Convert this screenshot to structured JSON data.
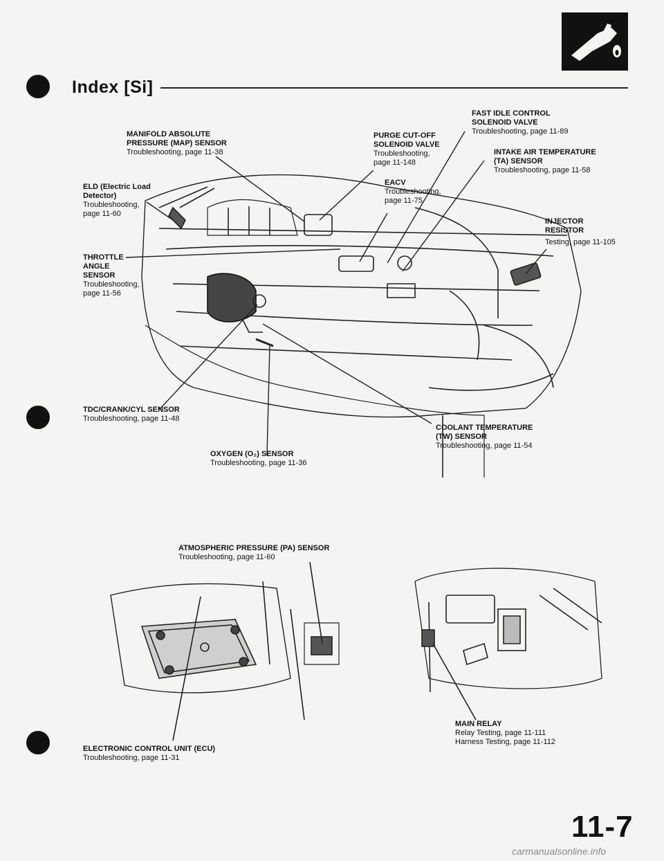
{
  "header": {
    "title": "Index [Si]",
    "page_number": "11-7",
    "watermark": "carmanualsonline.info"
  },
  "labels": {
    "map_sensor": {
      "name": "MANIFOLD ABSOLUTE\nPRESSURE (MAP) SENSOR",
      "sub": "Troubleshooting, page 11-38"
    },
    "purge_valve": {
      "name": "PURGE CUT-OFF\nSOLENOID VALVE",
      "sub": "Troubleshooting,\npage 11-148"
    },
    "fast_idle": {
      "name": "FAST IDLE CONTROL\nSOLENOID VALVE",
      "sub": "Troubleshooting, page 11-89"
    },
    "iat_sensor": {
      "name": "INTAKE AIR TEMPERATURE\n(TA) SENSOR",
      "sub": "Troubleshooting, page 11-58"
    },
    "eacv": {
      "name": "EACV",
      "sub": "Troubleshooting,\npage 11-75"
    },
    "eld": {
      "name": "ELD (Electric Load\nDetector)",
      "sub": "Troubleshooting,\npage 11-60"
    },
    "injector": {
      "name": "INJECTOR\nRESISTOR",
      "sub": "Testing, page 11-105"
    },
    "throttle": {
      "name": "THROTTLE\nANGLE\nSENSOR",
      "sub": "Troubleshooting,\npage 11-56"
    },
    "tdc": {
      "name": "TDC/CRANK/CYL SENSOR",
      "sub": "Troubleshooting, page 11-48"
    },
    "coolant": {
      "name": "COOLANT TEMPERATURE\n(TW) SENSOR",
      "sub": "Troubleshooting, page 11-54"
    },
    "oxygen": {
      "name": "OXYGEN (O₂) SENSOR",
      "sub": "Troubleshooting, page 11-36"
    },
    "pa_sensor": {
      "name": "ATMOSPHERIC PRESSURE (PA) SENSOR",
      "sub": "Troubleshooting, page 11-60"
    },
    "main_relay": {
      "name": "MAIN RELAY",
      "sub": "Relay Testing, page 11-111\nHarness Testing, page 11-112"
    },
    "ecu": {
      "name": "ELECTRONIC CONTROL UNIT (ECU)",
      "sub": "Troubleshooting, page 11-31"
    }
  },
  "colors": {
    "ink": "#111111",
    "paper": "#f4f4f2"
  },
  "icons": {
    "logo": "fuel-nozzle-icon"
  }
}
